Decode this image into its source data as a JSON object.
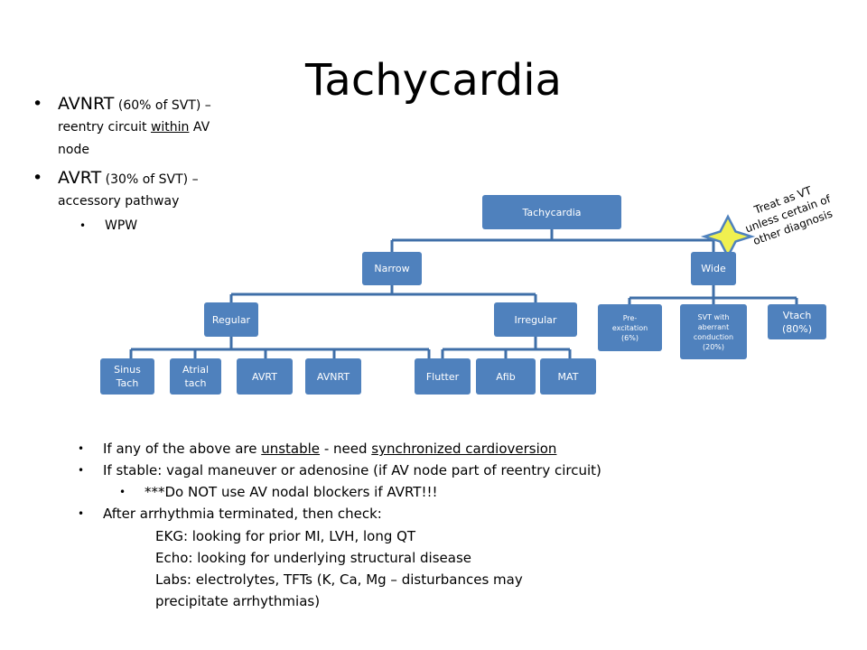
{
  "slide": {
    "title": "Tachycardia",
    "top_bullets": {
      "avnrt_main": "AVNRT",
      "avnrt_paren": " (60% of SVT) –",
      "avnrt_line2_pre": "reentry circuit ",
      "avnrt_line2_u": "within",
      "avnrt_line2_post": " AV",
      "avnrt_line3": "node",
      "avrt_main": "AVRT",
      "avrt_paren": " (30% of SVT) –",
      "avrt_line2": "accessory pathway",
      "wpw": "WPW"
    },
    "tree": {
      "root": "Tachycardia",
      "narrow": "Narrow",
      "wide": "Wide",
      "regular": "Regular",
      "irregular": "Irregular",
      "sinus_1": "Sinus",
      "sinus_2": "Tach",
      "atrial_1": "Atrial",
      "atrial_2": "tach",
      "avrt": "AVRT",
      "avnrt": "AVNRT",
      "flutter": "Flutter",
      "afib": "Afib",
      "mat": "MAT",
      "pre_1": "Pre-",
      "pre_2": "excitation",
      "pre_3": "(6%)",
      "svt_1": "SVT with",
      "svt_2": "aberrant",
      "svt_3": "conduction",
      "svt_4": "(20%)",
      "vtach_1": "Vtach",
      "vtach_2": "(80%)"
    },
    "annotation": {
      "line1": "Treat as VT",
      "line2": "unless certain of",
      "line3": "other diagnosis",
      "star_color": "#f0f050"
    },
    "bottom_bullets": {
      "l1_pre": "If any of the above are ",
      "l1_u1": "unstable",
      "l1_mid": " - need ",
      "l1_u2": "synchronized cardioversion",
      "l2": "If stable: vagal maneuver or adenosine (if AV node part of reentry circuit)",
      "l3": "***Do NOT use AV nodal blockers if AVRT!!!",
      "l4": "After arrhythmia terminated, then check:",
      "l5": "EKG: looking for prior MI, LVH, long QT",
      "l6": "Echo: looking for underlying structural disease",
      "l7": "Labs: electrolytes, TFTs (K, Ca, Mg – disturbances may",
      "l8": "precipitate arrhythmias)"
    },
    "colors": {
      "node": "#4f81bd",
      "connector": "#3f6fa8"
    }
  }
}
